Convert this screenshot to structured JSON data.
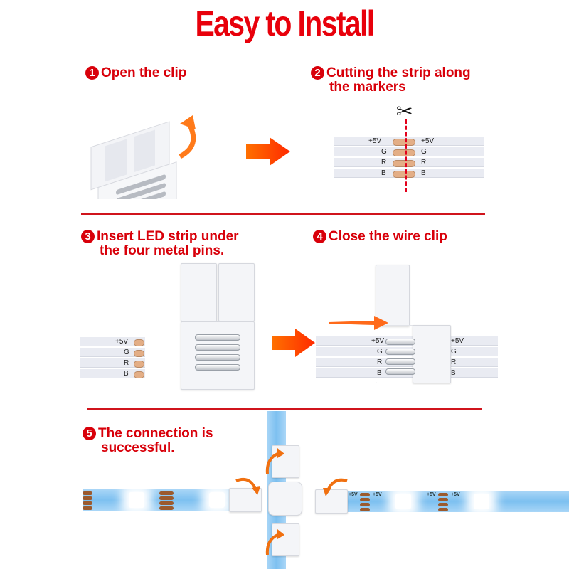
{
  "title": "Easy to Install",
  "steps": [
    {
      "num": "1",
      "line1": "Open the clip",
      "line2": ""
    },
    {
      "num": "2",
      "line1": "Cutting the strip along",
      "line2": "the markers"
    },
    {
      "num": "3",
      "line1": "Insert LED strip under",
      "line2": "the four metal pins."
    },
    {
      "num": "4",
      "line1": "Close the wire clip",
      "line2": ""
    },
    {
      "num": "5",
      "line1": "The connection is",
      "line2": "successful."
    }
  ],
  "strip_labels": [
    "+5V",
    "G",
    "R",
    "B"
  ],
  "colors": {
    "accent_red": "#e8000b",
    "arrow_orange": "#ff6a00",
    "strip_blue": "#8ecbf4",
    "pad_copper": "#e3ae86"
  }
}
